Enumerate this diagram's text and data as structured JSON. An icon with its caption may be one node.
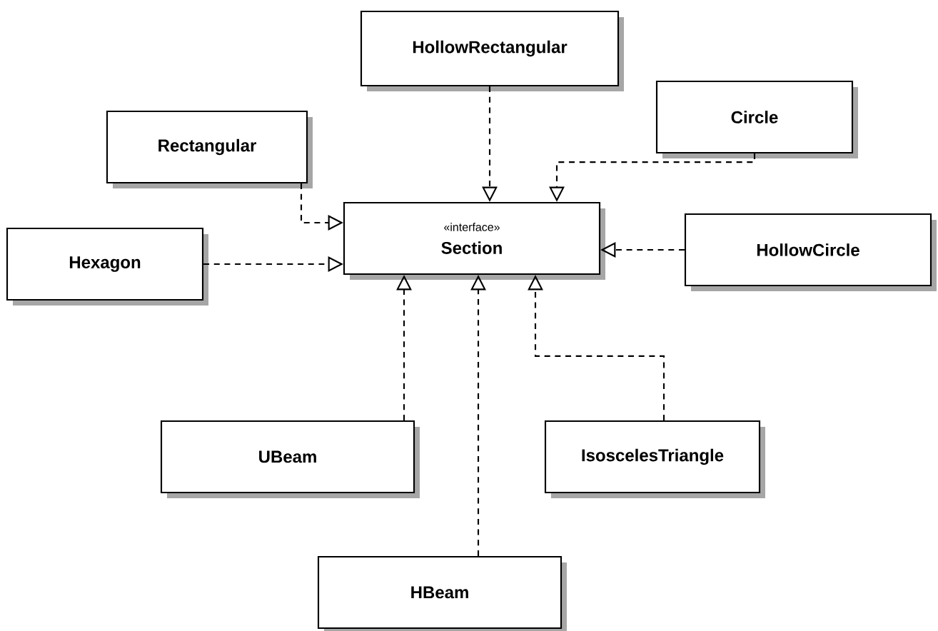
{
  "diagram": {
    "nodes": [
      {
        "text": [
          "«interface»",
          "Section"
        ]
      },
      {
        "text": [
          "HollowRectangular"
        ]
      },
      {
        "text": [
          "Circle"
        ]
      },
      {
        "text": [
          "Rectangular"
        ]
      },
      {
        "text": [
          "Hexagon"
        ]
      },
      {
        "text": [
          "HollowCircle"
        ]
      },
      {
        "text": [
          "UBeam"
        ]
      },
      {
        "text": [
          "IsoscelesTriangle"
        ]
      },
      {
        "text": [
          "HBeam"
        ]
      }
    ],
    "edges": [
      {
        "from": 1,
        "to": 0,
        "arrow": "to",
        "style": "dashed"
      },
      {
        "from": 2,
        "to": 0,
        "arrow": "to",
        "style": "dashed"
      },
      {
        "from": 3,
        "to": 0,
        "arrow": "to",
        "style": "dashed"
      },
      {
        "from": 4,
        "to": 0,
        "arrow": "to",
        "style": "dashed"
      },
      {
        "from": 5,
        "to": 0,
        "arrow": "to",
        "style": "dashed"
      },
      {
        "from": 6,
        "to": 0,
        "arrow": "to",
        "style": "dashed"
      },
      {
        "from": 7,
        "to": 0,
        "arrow": "to",
        "style": "dashed"
      },
      {
        "from": 8,
        "to": 0,
        "arrow": "to",
        "style": "dashed"
      }
    ]
  }
}
